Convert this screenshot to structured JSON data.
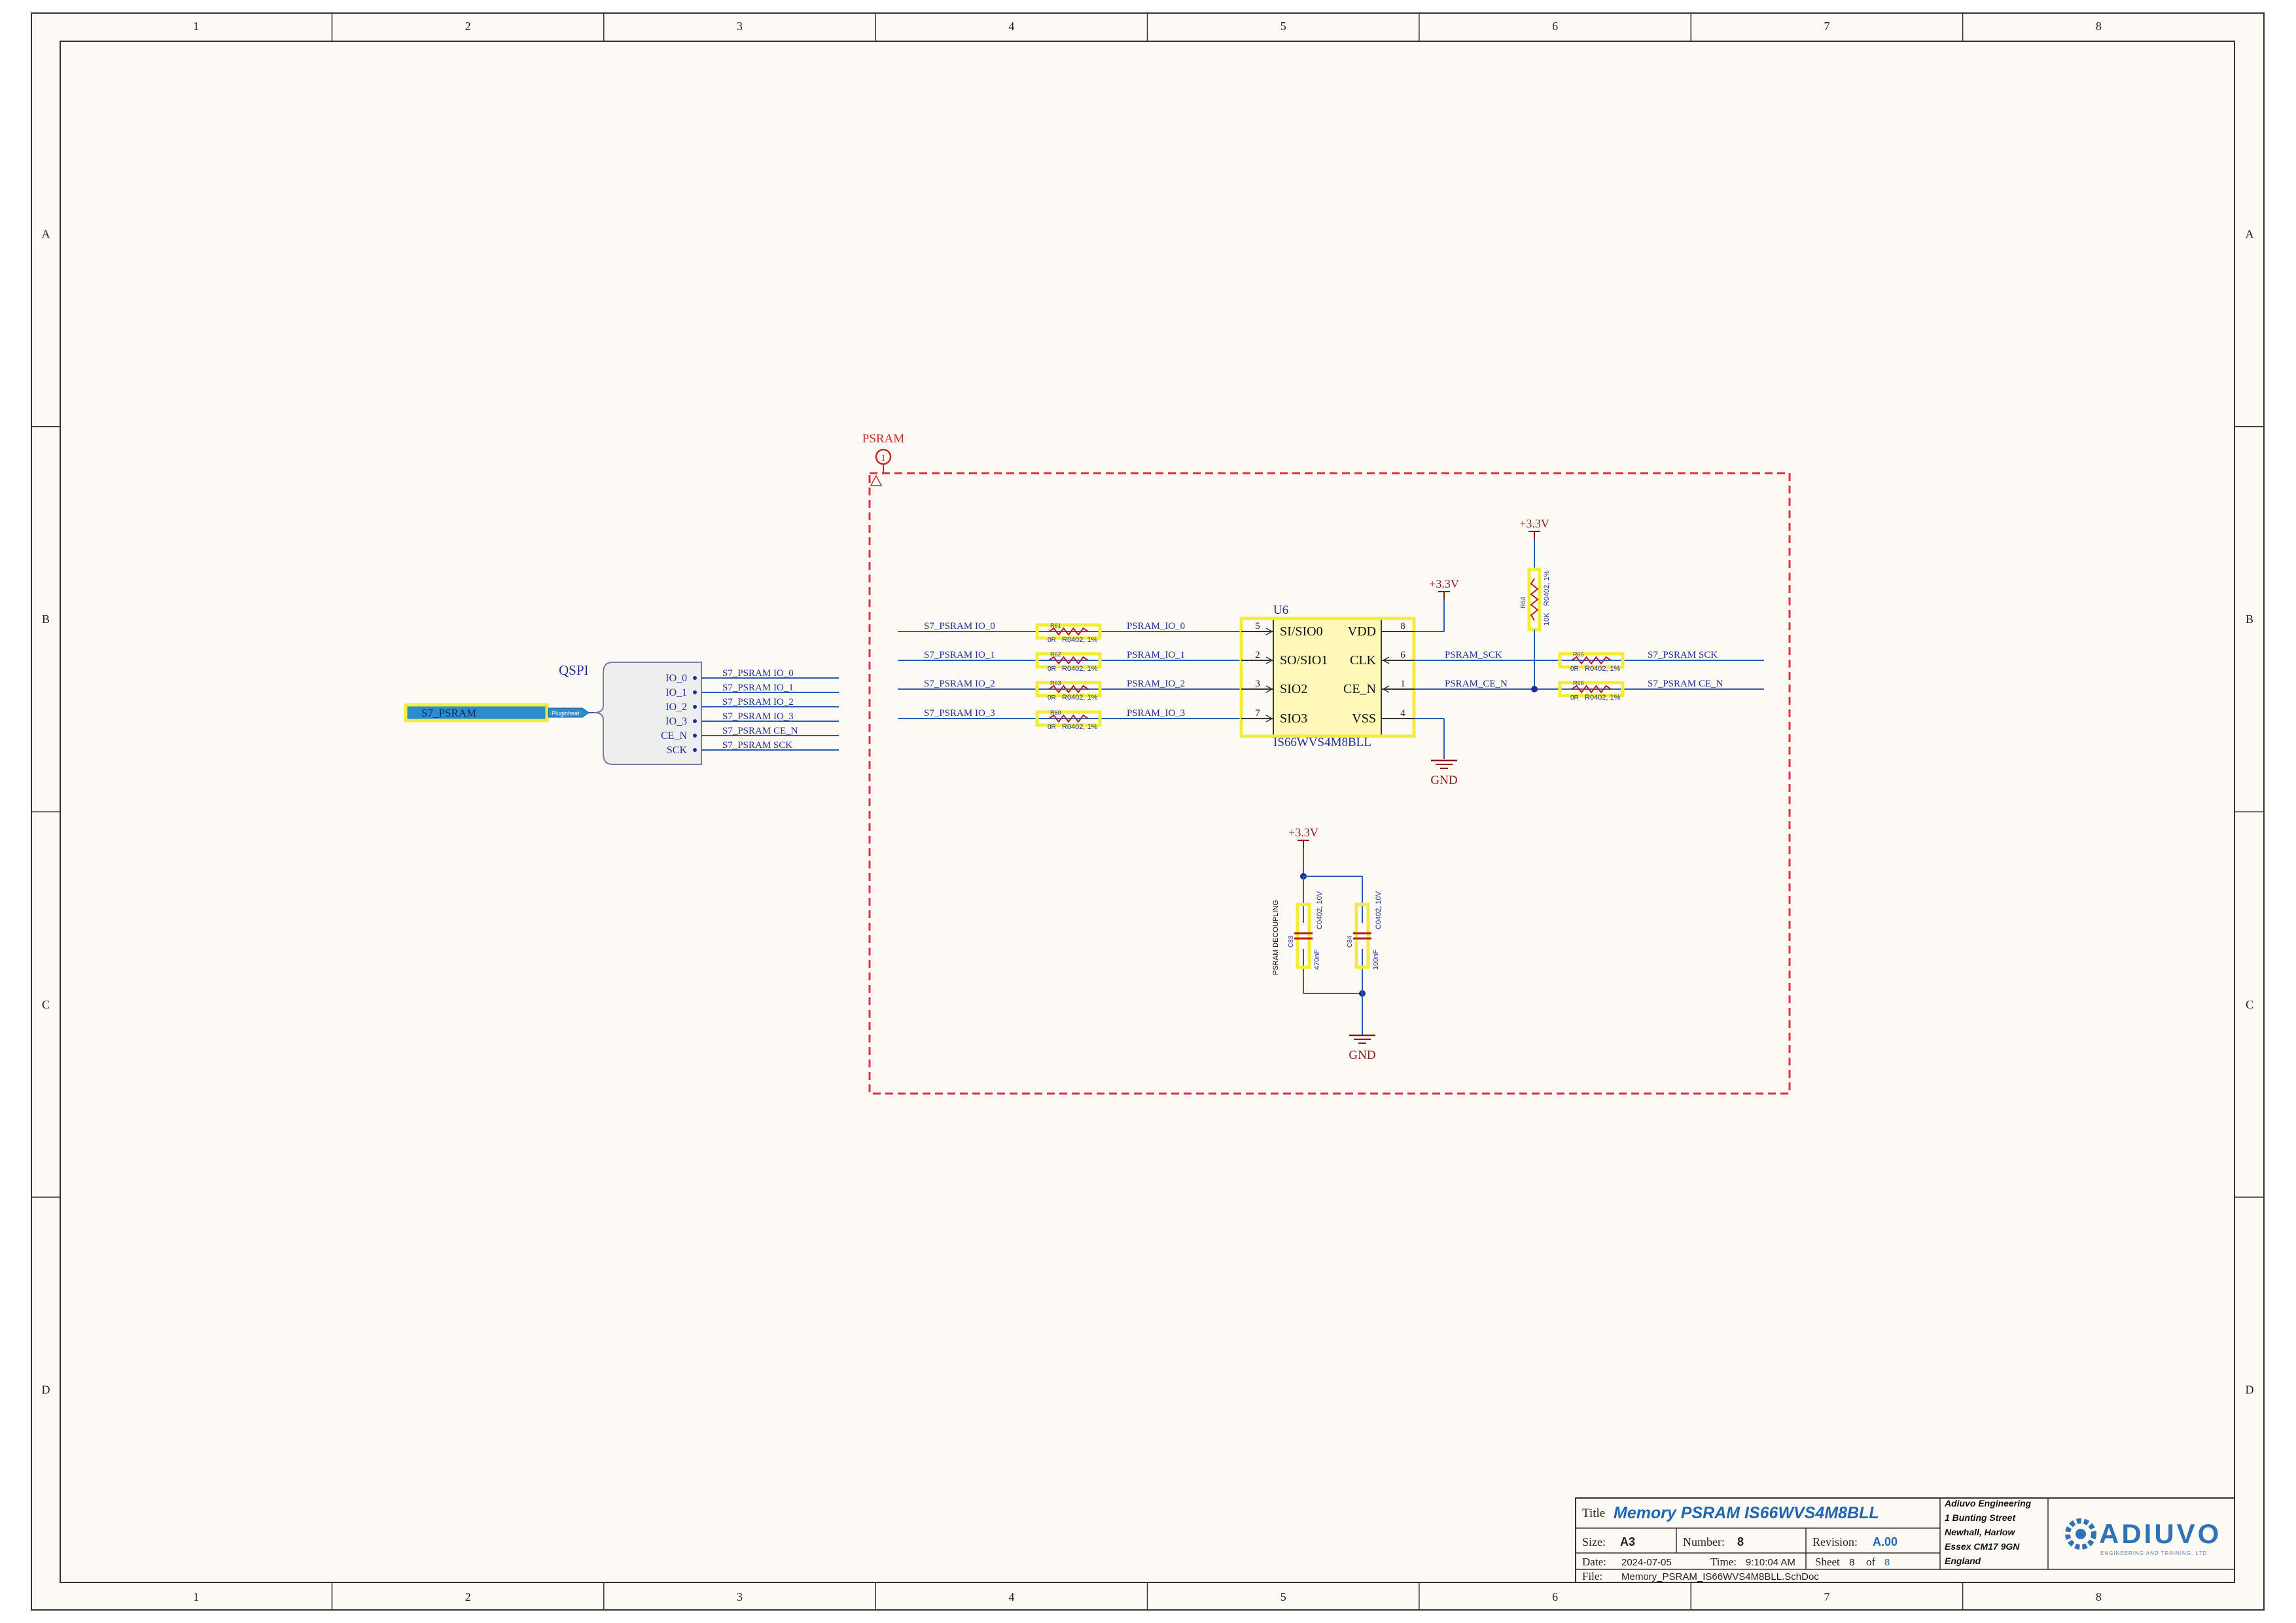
{
  "frame": {
    "columns": [
      "1",
      "2",
      "3",
      "4",
      "5",
      "6",
      "7",
      "8"
    ],
    "rows": [
      "A",
      "B",
      "C",
      "D"
    ]
  },
  "colors": {
    "paper": "#fdfaf5",
    "border": "#333333",
    "wire": "#2a5db0",
    "net_text": "#1f2f8f",
    "power": "#8b1a1a",
    "highlight": "#f2ec3a",
    "region": "#e0303a",
    "ic_fill": "#fff8b8",
    "harness": "#2c8cd0",
    "brand": "#2f73b5"
  },
  "region": {
    "label": "PSRAM",
    "marker": "1"
  },
  "harness": {
    "connector_label": "S7_PSRAM",
    "tag_label": "Pluginheat",
    "title": "QSPI"
  },
  "harness_entries": [
    "IO_0",
    "IO_1",
    "IO_2",
    "IO_3",
    "CE_N",
    "SCK"
  ],
  "harness_nets": [
    "S7_PSRAM IO_0",
    "S7_PSRAM IO_1",
    "S7_PSRAM IO_2",
    "S7_PSRAM IO_3",
    "S7_PSRAM CE_N",
    "S7_PSRAM SCK"
  ],
  "left_nets": [
    "S7_PSRAM IO_0",
    "S7_PSRAM IO_1",
    "S7_PSRAM IO_2",
    "S7_PSRAM IO_3"
  ],
  "mid_nets": [
    "PSRAM_IO_0",
    "PSRAM_IO_1",
    "PSRAM_IO_2",
    "PSRAM_IO_3"
  ],
  "left_resistors": [
    {
      "ref": "R61",
      "value": "0R",
      "package": "R0402, 1%"
    },
    {
      "ref": "R62",
      "value": "0R",
      "package": "R0402, 1%"
    },
    {
      "ref": "R63",
      "value": "0R",
      "package": "R0402, 1%"
    },
    {
      "ref": "R60",
      "value": "0R",
      "package": "R0402, 1%"
    }
  ],
  "ic": {
    "ref": "U6",
    "part": "IS66WVS4M8BLL",
    "left_pins": [
      {
        "num": "5",
        "name": "SI/SIO0"
      },
      {
        "num": "2",
        "name": "SO/SIO1"
      },
      {
        "num": "3",
        "name": "SIO2"
      },
      {
        "num": "7",
        "name": "SIO3"
      }
    ],
    "right_pins": [
      {
        "num": "8",
        "name": "VDD"
      },
      {
        "num": "6",
        "name": "CLK"
      },
      {
        "num": "1",
        "name": "CE_N"
      },
      {
        "num": "4",
        "name": "VSS"
      }
    ]
  },
  "right_nets": {
    "sck_internal": "PSRAM_SCK",
    "cen_internal": "PSRAM_CE_N",
    "sck_external": "S7_PSRAM SCK",
    "cen_external": "S7_PSRAM CE_N"
  },
  "right_resistors": [
    {
      "ref": "R65",
      "value": "0R",
      "package": "R0402, 1%"
    },
    {
      "ref": "R66",
      "value": "0R",
      "package": "R0402, 1%"
    }
  ],
  "pullup": {
    "ref": "R64",
    "value": "10K",
    "package": "R0402, 1%"
  },
  "power": {
    "vdd": "+3.3V",
    "gnd": "GND"
  },
  "decoupling": {
    "label": "PSRAM DECOUPLING",
    "caps": [
      {
        "ref": "C83",
        "value": "470nF",
        "package": "C0402, 10V"
      },
      {
        "ref": "C84",
        "value": "100nF",
        "package": "C0402, 10V"
      }
    ]
  },
  "title_block": {
    "title_label": "Title",
    "title": "Memory PSRAM IS66WVS4M8BLL",
    "size_label": "Size:",
    "size": "A3",
    "number_label": "Number:",
    "number": "8",
    "revision_label": "Revision:",
    "revision": "A.00",
    "date_label": "Date:",
    "date": "2024-07-05",
    "time_label": "Time:",
    "time": "9:10:04 AM",
    "sheet_label": "Sheet",
    "sheet": "8",
    "of_label": "of",
    "of": "8",
    "file_label": "File:",
    "file": "Memory_PSRAM_IS66WVS4M8BLL.SchDoc",
    "company_lines": [
      "Adiuvo Engineering",
      "1 Bunting Street",
      "Newhall, Harlow",
      "Essex CM17 9GN",
      "England"
    ],
    "logo_text": "ADIUVO",
    "logo_sub": "ENGINEERING AND TRAINING, LTD."
  }
}
